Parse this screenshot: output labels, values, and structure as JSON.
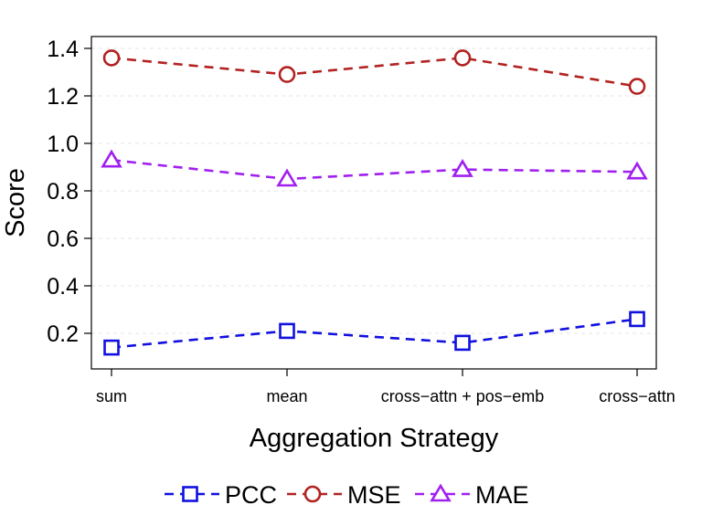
{
  "chart_data": {
    "type": "line",
    "title": "",
    "xlabel": "Aggregation Strategy",
    "ylabel": "Score",
    "categories": [
      "sum",
      "mean",
      "cross−attn + pos−emb",
      "cross−attn"
    ],
    "ylim": [
      0.05,
      1.45
    ],
    "yticks": [
      "0.2",
      "0.4",
      "0.6",
      "0.8",
      "1.0",
      "1.2",
      "1.4"
    ],
    "grid": "horizontal dashed",
    "legend_position": "bottom",
    "series": [
      {
        "name": "PCC",
        "values": [
          0.14,
          0.21,
          0.16,
          0.26
        ],
        "color": "#1010e0",
        "marker": "square",
        "dash": "dashed"
      },
      {
        "name": "MSE",
        "values": [
          1.36,
          1.29,
          1.36,
          1.24
        ],
        "color": "#b22222",
        "marker": "circle",
        "dash": "dashed"
      },
      {
        "name": "MAE",
        "values": [
          0.93,
          0.85,
          0.89,
          0.88
        ],
        "color": "#a020f0",
        "marker": "triangle",
        "dash": "dashed"
      }
    ]
  }
}
